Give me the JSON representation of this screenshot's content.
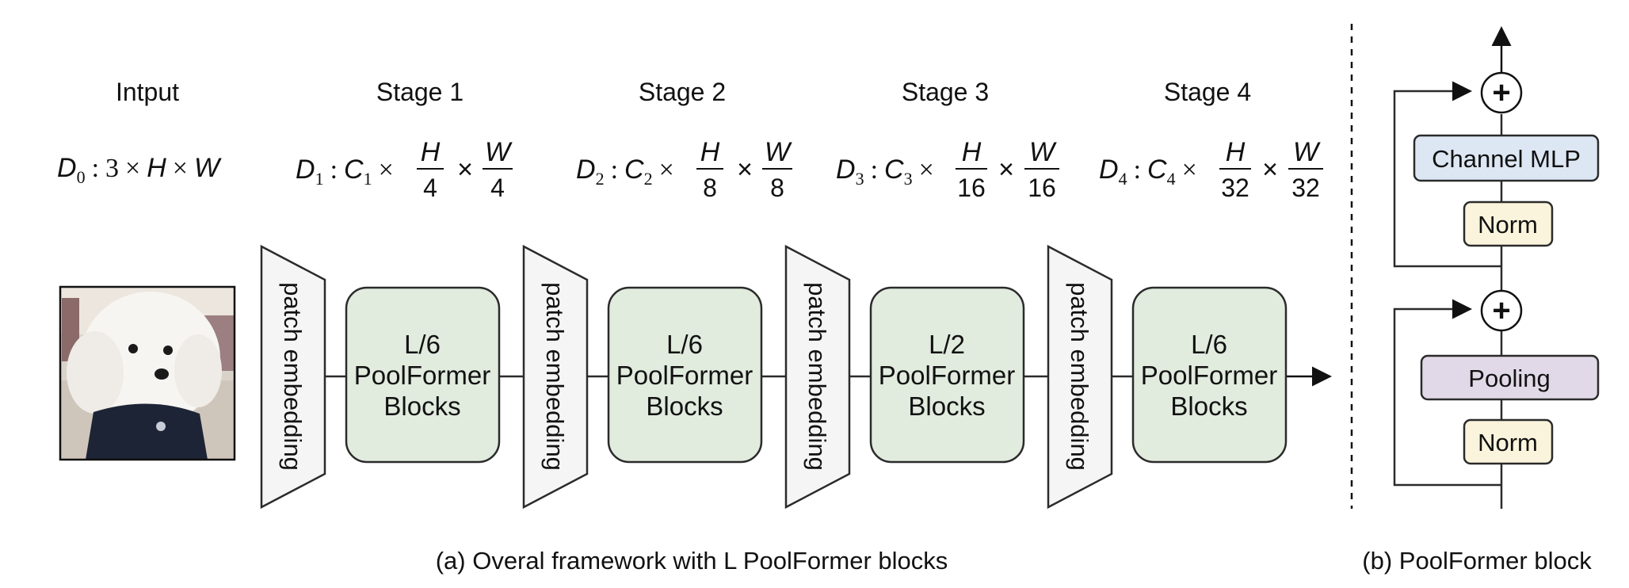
{
  "input_title": "Intput",
  "stages": [
    {
      "title": "Stage 1",
      "dim": "1",
      "chan": "1",
      "den": "4",
      "block_count": "L/6"
    },
    {
      "title": "Stage 2",
      "dim": "2",
      "chan": "2",
      "den": "8",
      "block_count": "L/6"
    },
    {
      "title": "Stage 3",
      "dim": "3",
      "chan": "3",
      "den": "16",
      "block_count": "L/2"
    },
    {
      "title": "Stage 4",
      "dim": "4",
      "chan": "4",
      "den": "32",
      "block_count": "L/6"
    }
  ],
  "input_dim": {
    "D": "D",
    "sub": "0",
    "three": "3",
    "H": "H",
    "W": "W"
  },
  "symbols": {
    "D": "D",
    "C": "C",
    "H": "H",
    "W": "W",
    "times": "×",
    "colon": ":"
  },
  "patch_embedding_label": "patch embedding",
  "block_line2": "PoolFormer",
  "block_line3": "Blocks",
  "block_detail": {
    "channel_mlp": "Channel MLP",
    "norm_top": "Norm",
    "pooling": "Pooling",
    "norm_bottom": "Norm",
    "plus": "+"
  },
  "captions": {
    "a": "(a) Overal framework with L PoolFormer blocks",
    "b": "(b) PoolFormer block"
  },
  "colors": {
    "block_fill": "#e1ebde",
    "patch_fill": "#f5f5f5",
    "channel_mlp_fill": "#dde7f4",
    "norm_fill": "#fbf4dc",
    "pooling_fill": "#e2d9e8",
    "stroke": "#2b2b2b"
  },
  "icons": {
    "input_image": "dog-photo-icon",
    "output_arrow": "arrow-right-icon",
    "up_arrow": "arrow-up-icon"
  }
}
